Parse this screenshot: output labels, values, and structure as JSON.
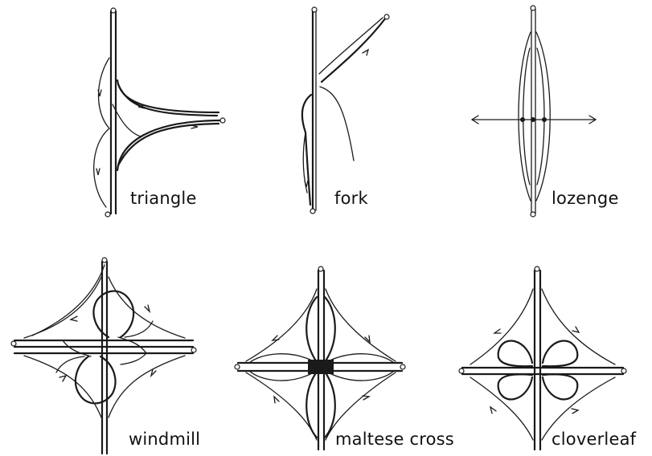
{
  "labels": {
    "triangle": "triangle",
    "fork": "fork",
    "lozenge": "lozenge",
    "windmill": "windmill",
    "maltese_cross": "maltese cross",
    "cloverleaf": "cloverleaf"
  }
}
